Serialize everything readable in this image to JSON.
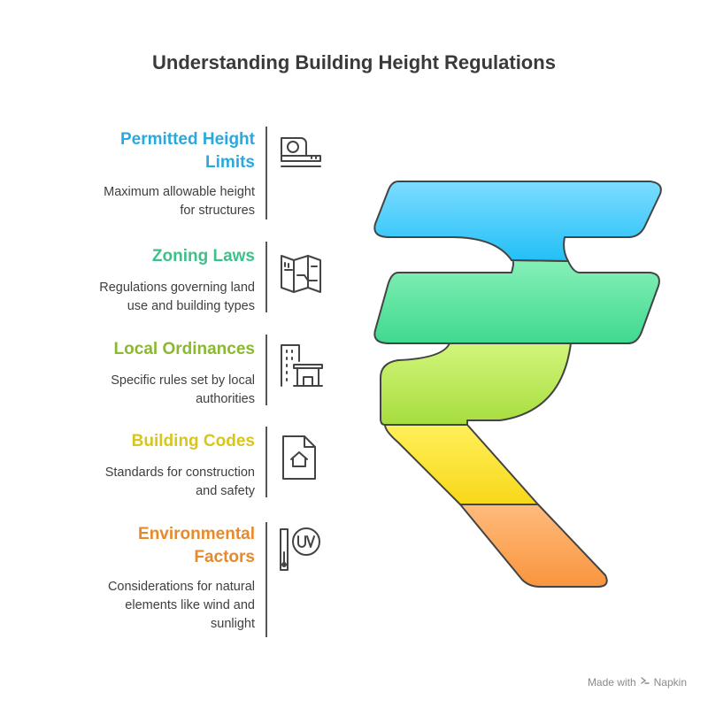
{
  "title": "Understanding Building Height Regulations",
  "items": [
    {
      "heading": "Permitted Height Limits",
      "heading_lines": [
        "Permitted Height",
        "Limits"
      ],
      "description_lines": [
        "Maximum allowable height",
        "for structures"
      ],
      "color": "#29a9df",
      "icon": "measuring-tape-icon"
    },
    {
      "heading": "Zoning Laws",
      "heading_lines": [
        "Zoning Laws"
      ],
      "description_lines": [
        "Regulations governing land",
        "use and building types"
      ],
      "color": "#3cc289",
      "icon": "map-icon"
    },
    {
      "heading": "Local Ordinances",
      "heading_lines": [
        "Local Ordinances"
      ],
      "description_lines": [
        "Specific rules set by local",
        "authorities"
      ],
      "color": "#8ab832",
      "icon": "city-hall-icon"
    },
    {
      "heading": "Building Codes",
      "heading_lines": [
        "Building Codes"
      ],
      "description_lines": [
        "Standards for construction",
        "and safety"
      ],
      "color": "#d8c51e",
      "icon": "document-house-icon"
    },
    {
      "heading": "Environmental Factors",
      "heading_lines": [
        "Environmental",
        "Factors"
      ],
      "description_lines": [
        "Considerations for natural",
        "elements like wind and",
        "sunlight"
      ],
      "color": "#e8892a",
      "icon": "uv-thermometer-icon"
    }
  ],
  "segment_colors": {
    "blue": [
      "#7ddcff",
      "#22c0f7"
    ],
    "green": [
      "#86f0b8",
      "#3fd98e"
    ],
    "lime": [
      "#d2f57a",
      "#a6dd3e"
    ],
    "yellow": [
      "#fff05a",
      "#f7d81a"
    ],
    "orange": [
      "#ffbb7d",
      "#f9953e"
    ]
  },
  "footer": {
    "prefix": "Made with",
    "brand": "Napkin"
  }
}
